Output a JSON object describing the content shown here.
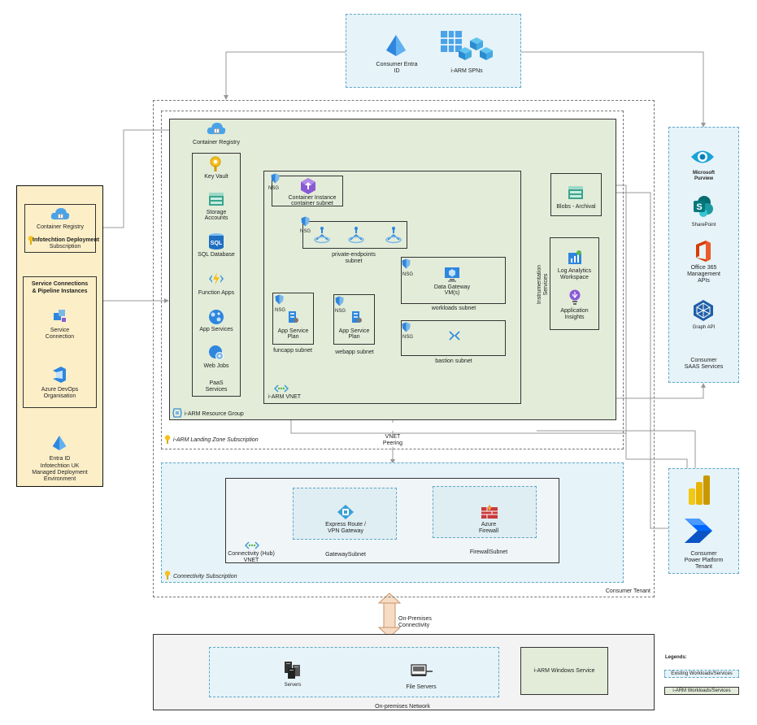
{
  "entra": {
    "title_line1": "Consumer Entra",
    "title_line2": "ID",
    "spns": "i-ARM SPNs"
  },
  "tenant": {
    "label": "Consumer Tenant"
  },
  "landing_zone": {
    "label": "i-ARM Landing Zone Subscription"
  },
  "resource_group": {
    "label": "i-ARM Resource Group"
  },
  "container_registry": "Container Registry",
  "paas": {
    "label_line1": "PaaS",
    "label_line2": "Services",
    "key_vault": "Key Vault",
    "storage_line1": "Storage",
    "storage_line2": "Accounts",
    "sql": "SQL Database",
    "functions": "Function Apps",
    "app_services": "App Services",
    "web_jobs": "Web Jobs"
  },
  "vnet": {
    "label": "i-ARM VNET",
    "nsg": "NSG",
    "container_instance": "Container Instance",
    "container_subnet": "container subnet",
    "private_endpoints_line1": "private-endpoints",
    "private_endpoints_line2": "subnet",
    "data_gateway_line1": "Data Gateway",
    "data_gateway_line2": "VM(s)",
    "workloads_subnet": "workloads subnet",
    "bastion_subnet": "bastion subnet",
    "asp_line1": "App Service",
    "asp_line2": "Plan",
    "funcapp_subnet": "funcapp subnet",
    "webapp_subnet": "webapp subnet"
  },
  "blobs": "Blobs - Archival",
  "instrumentation": {
    "label_line1": "Instrumentation",
    "label_line2": "Services",
    "log_line1": "Log Analytics",
    "log_line2": "Workspace",
    "insights_line1": "Application",
    "insights_line2": "Insights"
  },
  "peering": {
    "line1": "VNET",
    "line2": "Peering"
  },
  "connectivity": {
    "label": "Connectivity Subscription",
    "hub_line1": "Connectivity (Hub)",
    "hub_line2": "VNET",
    "er_line1": "Express Route /",
    "er_line2": "VPN Gateway",
    "gateway_subnet": "GatewaySubnet",
    "firewall_line1": "Azure",
    "firewall_line2": "Firewall",
    "firewall_subnet": "FirewallSubnet"
  },
  "deployment": {
    "container_registry": "Container Registry",
    "sub_line1": "Infotechtion Deployment",
    "sub_line2": "Subscription",
    "conn_line1": "Service Connections",
    "conn_line2": "& Pipeline Instances",
    "service_line1": "Service",
    "service_line2": "Connection",
    "devops_line1": "Azure DevOps",
    "devops_line2": "Organisation",
    "entra": "Entra ID",
    "env_line1": "Infotechtion UK",
    "env_line2": "Managed Deployment",
    "env_line3": "Environment"
  },
  "saas": {
    "purview_line1": "Microsoft",
    "purview_line2": "Purview",
    "sharepoint": "SharePoint",
    "o365_line1": "Office 365",
    "o365_line2": "Management",
    "o365_line3": "APIs",
    "graph": "Graph API",
    "label_line1": "Consumer",
    "label_line2": "SAAS Services"
  },
  "power_platform": {
    "line1": "Consumer",
    "line2": "Power Platform",
    "line3": "Tenant"
  },
  "onprem": {
    "connectivity_line1": "On-Premises",
    "connectivity_line2": "Connectivity",
    "servers": "Servers",
    "file_servers": "File Servers",
    "windows_service": "i-ARM Windows Service",
    "network": "On-premises Network"
  },
  "legend": {
    "title": "Legends:",
    "existing": "Existing Workloads/Services",
    "iarm": "i-ARM Workloads/Services"
  },
  "colors": {
    "azure_blue": "#0f78d4",
    "green_fill": "#e3ecd9",
    "yellow_fill": "#fcefc8",
    "blue_fill": "#e6f3f8",
    "power_bi": "#f2c811",
    "office_red": "#d83b01"
  }
}
